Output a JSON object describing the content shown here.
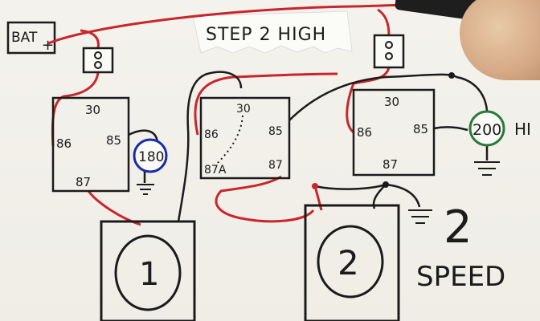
{
  "title": "STEP 2 HIGH",
  "battery": {
    "label": "BAT",
    "polarity": "+"
  },
  "relays": [
    {
      "id": "relay-1",
      "pins": [
        "30",
        "86",
        "85",
        "87"
      ]
    },
    {
      "id": "relay-2",
      "pins": [
        "30",
        "86",
        "85",
        "87A",
        "87"
      ]
    },
    {
      "id": "relay-3",
      "pins": [
        "30",
        "86",
        "85",
        "87"
      ]
    }
  ],
  "switches": [
    {
      "id": "switch-180",
      "label": "180"
    },
    {
      "id": "switch-200",
      "label": "200",
      "suffix": "HI"
    }
  ],
  "fans": [
    {
      "id": "fan-1",
      "label": "1"
    },
    {
      "id": "fan-2",
      "label": "2"
    }
  ],
  "note": {
    "number": "2",
    "text": "SPEED"
  },
  "colors": {
    "wire_red": "#c8262c",
    "wire_black": "#1b1b1b",
    "switch_blue": "#1a2aa8",
    "switch_green": "#2a7a3a"
  }
}
